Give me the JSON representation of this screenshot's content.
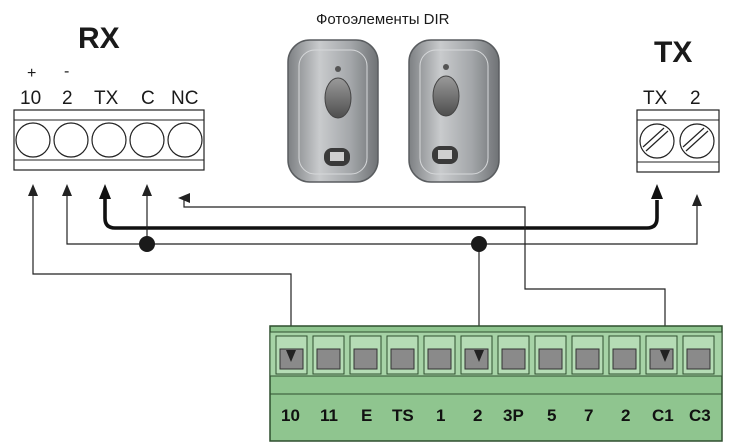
{
  "caption": "Фотоэлементы DIR",
  "rx": {
    "title": "RX",
    "polarity": [
      "+",
      "-"
    ],
    "terminals": [
      "10",
      "2",
      "TX",
      "C",
      "NC"
    ]
  },
  "tx": {
    "title": "TX",
    "terminals": [
      "TX",
      "2"
    ]
  },
  "control_board": {
    "terminals": [
      "10",
      "11",
      "E",
      "TS",
      "1",
      "2",
      "3P",
      "5",
      "7",
      "2",
      "C1",
      "C3"
    ]
  },
  "colors": {
    "board_green": "#8fc58f",
    "board_dark": "#3f6f3f",
    "terminal_gray": "#8a8a8a",
    "device_body": "#a9abad",
    "wire": "#222222"
  },
  "icons": [
    "photocell-receiver-icon",
    "photocell-transmitter-icon",
    "screw-terminal-icon",
    "arrow-icon",
    "junction-dot-icon"
  ]
}
